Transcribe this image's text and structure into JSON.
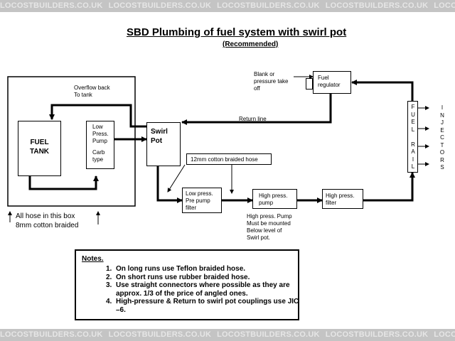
{
  "watermark": "LOCOSTBUILDERS.CO.UK",
  "title": "SBD Plumbing of fuel system with swirl pot",
  "subtitle": "(Recommended)",
  "labels": {
    "overflow": [
      "Overflow back",
      "To tank"
    ],
    "fuel_tank": [
      "FUEL",
      "TANK"
    ],
    "low_press_pump": [
      "Low",
      "Press.",
      "Pump",
      "",
      "Carb",
      "type"
    ],
    "swirl_pot": [
      "Swirl",
      "Pot"
    ],
    "blank": [
      "Blank or",
      "pressure take",
      "off"
    ],
    "fuel_regulator": [
      "Fuel",
      "regulator"
    ],
    "return_line": "Return line",
    "braided_hose": "12mm cotton braided hose",
    "low_press_filter": [
      "Low press.",
      "Pre pump",
      "filter"
    ],
    "high_press_pump": [
      "High press.",
      "pump"
    ],
    "high_press_filter": [
      "High press.",
      "filter"
    ],
    "pump_note": [
      "High press. Pump",
      "Must be mounted",
      "Below level of",
      "Swirl pot."
    ],
    "hose_box_note": [
      "All hose in this box",
      "8mm cotton braided"
    ],
    "fuel_rail": [
      "F",
      "U",
      "E",
      "L",
      "",
      "R",
      "A",
      "I",
      "L"
    ],
    "injectors": [
      "I",
      "N",
      "J",
      "E",
      "C",
      "T",
      "O",
      "R",
      "S"
    ]
  },
  "notes": {
    "heading": "Notes.",
    "items": [
      {
        "num": "1.",
        "text": "On long runs use Teflon braided hose."
      },
      {
        "num": "2.",
        "text": "On short runs use rubber braided hose."
      },
      {
        "num": "3.",
        "text": "Use straight connectors where possible as they are approx. 1/3 of the price of angled ones."
      },
      {
        "num": "4.",
        "text": "High-pressure & Return to swirl pot couplings use JIC –6."
      }
    ]
  },
  "colors": {
    "line": "#000000",
    "watermark_bg": "#c4c4c4",
    "watermark_text": "#e6e6e6"
  }
}
